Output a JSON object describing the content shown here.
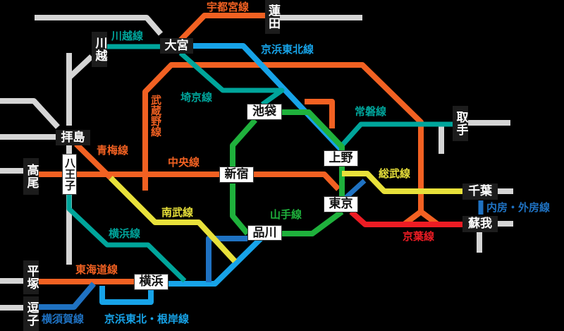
{
  "map": {
    "background": "#000000",
    "colors": {
      "orange": "#f26122",
      "blue": "#17a3e8",
      "darkblue": "#1f72c2",
      "teal": "#00a59b",
      "green": "#1fb13c",
      "yellow": "#e8e13a",
      "red": "#ed1c24",
      "gray": "#d5d5d5"
    },
    "stations": {
      "omiya": "大宮",
      "hasuda": "蓮田",
      "kawagoe": "川越",
      "haijima": "拝島",
      "takao": "高尾",
      "hachioji": "八王子",
      "hiratsuka": "平塚",
      "zushi": "逗子",
      "yokohama": "横浜",
      "shinagawa": "品川",
      "shinjuku": "新宿",
      "ikebukuro": "池袋",
      "ueno": "上野",
      "tokyo": "東京",
      "toride": "取手",
      "chiba": "千葉",
      "soga": "蘇我"
    },
    "lines": {
      "utsunomiya": "宇都宮線",
      "kawagoe": "川越線",
      "keihin_tohoku": "京浜東北線",
      "saikyo": "埼京線",
      "musashino": "武蔵野線",
      "ome": "青梅線",
      "chuo": "中央線",
      "joban": "常磐線",
      "sobu": "総武線",
      "yamanote": "山手線",
      "nambu": "南武線",
      "yokohama": "横浜線",
      "tokaido": "東海道線",
      "keiyo": "京葉線",
      "uchibo_sotobo": "内房・外房線",
      "yokosuka": "横須賀線",
      "keihin_tohoku_negishi": "京浜東北・根岸線"
    }
  }
}
